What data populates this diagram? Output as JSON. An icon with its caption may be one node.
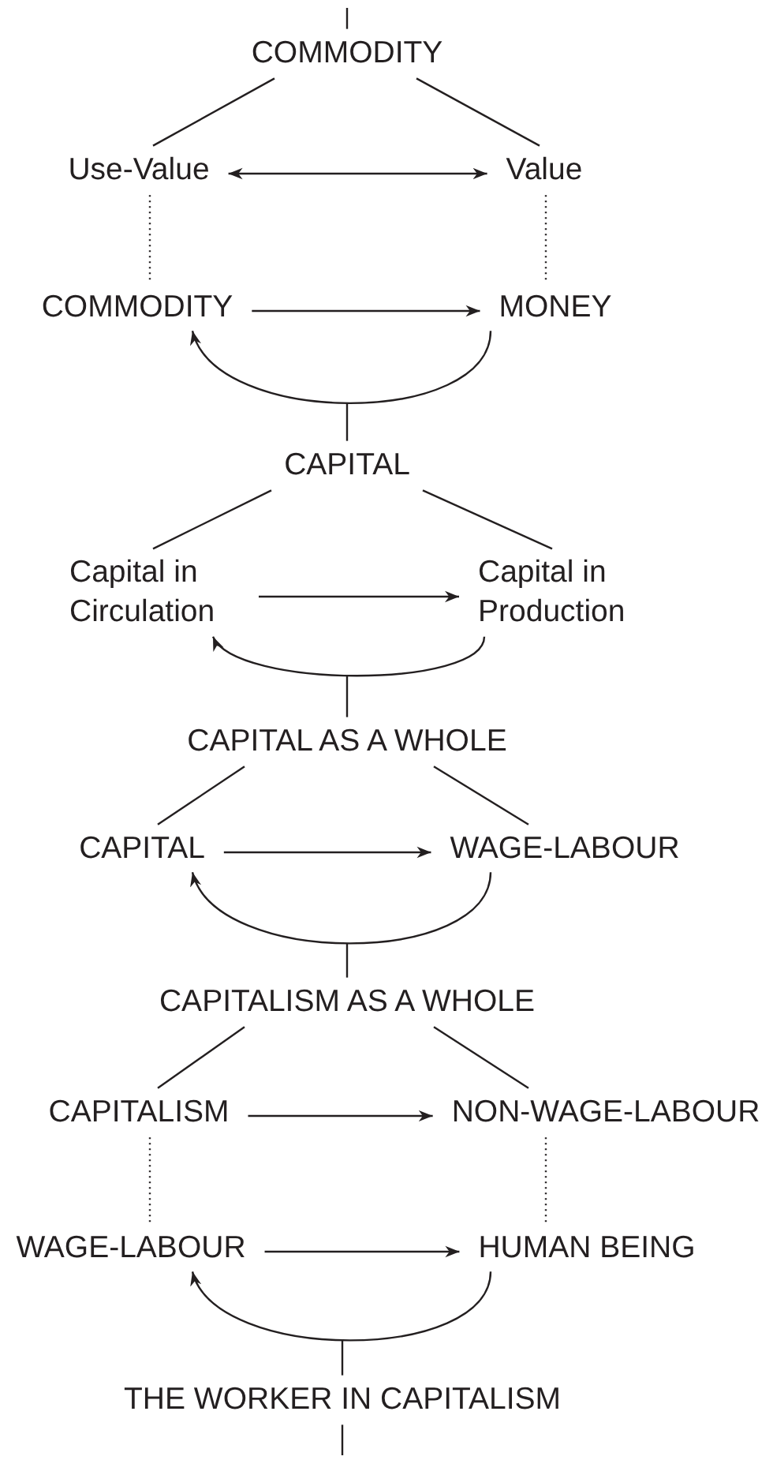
{
  "diagram": {
    "nodes": [
      {
        "text": [
          "COMMODITY"
        ]
      },
      {
        "text": [
          "Use-Value"
        ]
      },
      {
        "text": [
          "Value"
        ]
      },
      {
        "text": [
          "COMMODITY"
        ]
      },
      {
        "text": [
          "MONEY"
        ]
      },
      {
        "text": [
          "CAPITAL"
        ]
      },
      {
        "text": [
          "Capital in Circulation"
        ]
      },
      {
        "text": [
          "Capital in Production"
        ]
      },
      {
        "text": [
          "CAPITAL AS A WHOLE"
        ]
      },
      {
        "text": [
          "CAPITAL"
        ]
      },
      {
        "text": [
          "WAGE-LABOUR"
        ]
      },
      {
        "text": [
          "CAPITALISM AS A WHOLE"
        ]
      },
      {
        "text": [
          "CAPITALISM"
        ]
      },
      {
        "text": [
          "NON-WAGE-LABOUR"
        ]
      },
      {
        "text": [
          "WAGE-LABOUR"
        ]
      },
      {
        "text": [
          "HUMAN BEING"
        ]
      },
      {
        "text": [
          "THE WORKER IN CAPITALISM"
        ]
      }
    ],
    "edges": [
      {
        "from": null,
        "to": 0,
        "arrow": "none"
      },
      {
        "from": 0,
        "to": 1,
        "arrow": "none"
      },
      {
        "from": 0,
        "to": 2,
        "arrow": "none"
      },
      {
        "from": 1,
        "to": 2,
        "arrow": "both"
      },
      {
        "from": 1,
        "to": 3,
        "arrow": "none",
        "style": "dashed"
      },
      {
        "from": 2,
        "to": 4,
        "arrow": "none",
        "style": "dashed"
      },
      {
        "from": 3,
        "to": 4,
        "arrow": "to"
      },
      {
        "from": 4,
        "to": 3,
        "arrow": "to"
      },
      {
        "from": 5,
        "to": null,
        "arrow": "none"
      },
      {
        "from": 5,
        "to": 6,
        "arrow": "none"
      },
      {
        "from": 5,
        "to": 7,
        "arrow": "none"
      },
      {
        "from": 6,
        "to": 7,
        "arrow": "to"
      },
      {
        "from": 7,
        "to": 6,
        "arrow": "to"
      },
      {
        "from": 8,
        "to": null,
        "arrow": "none"
      },
      {
        "from": 8,
        "to": 9,
        "arrow": "none"
      },
      {
        "from": 8,
        "to": 10,
        "arrow": "none"
      },
      {
        "from": 9,
        "to": 10,
        "arrow": "to"
      },
      {
        "from": 10,
        "to": 9,
        "arrow": "to"
      },
      {
        "from": 11,
        "to": null,
        "arrow": "none"
      },
      {
        "from": 11,
        "to": 12,
        "arrow": "none"
      },
      {
        "from": 11,
        "to": 13,
        "arrow": "none"
      },
      {
        "from": 12,
        "to": 13,
        "arrow": "to"
      },
      {
        "from": 12,
        "to": 14,
        "arrow": "none",
        "style": "dashed"
      },
      {
        "from": 13,
        "to": 15,
        "arrow": "none",
        "style": "dashed"
      },
      {
        "from": 14,
        "to": 15,
        "arrow": "to"
      },
      {
        "from": 15,
        "to": 14,
        "arrow": "to"
      },
      {
        "from": 16,
        "to": null,
        "arrow": "none"
      },
      {
        "from": 16,
        "to": null,
        "arrow": "none"
      }
    ]
  }
}
